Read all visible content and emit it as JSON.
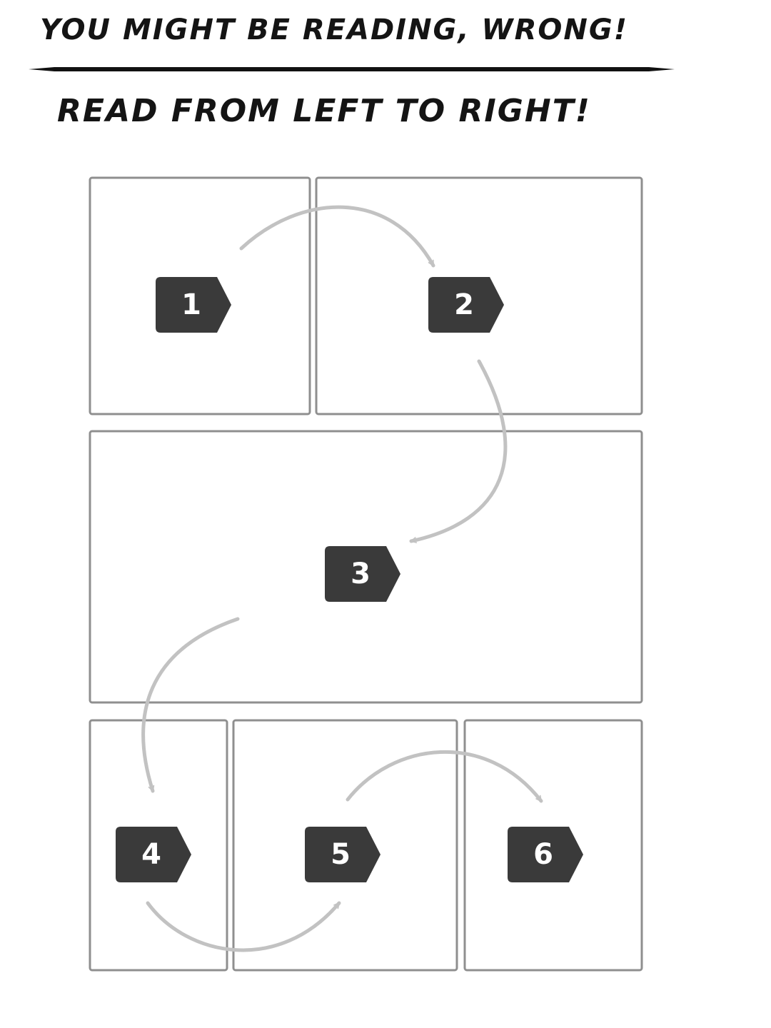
{
  "header": {
    "warning": "YOU MIGHT BE READING, WRONG!",
    "instruction": "READ FROM LEFT TO RIGHT!"
  },
  "panels": [
    {
      "number": "1"
    },
    {
      "number": "2"
    },
    {
      "number": "3"
    },
    {
      "number": "4"
    },
    {
      "number": "5"
    },
    {
      "number": "6"
    }
  ],
  "colors": {
    "tag": "#3a3a3a",
    "tag_text": "#ffffff",
    "panel_border": "#8f8f8f",
    "arrow": "#c2c2c2",
    "heading": "#141414"
  }
}
